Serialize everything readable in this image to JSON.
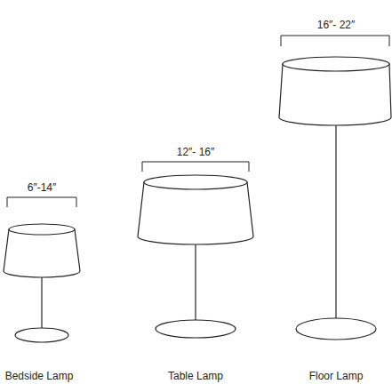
{
  "diagram": {
    "labels": [
      "6″-14″",
      "12″- 16″",
      "16″- 22″",
      "Bedside Lamp",
      "Table Lamp",
      "Floor Lamp"
    ]
  }
}
